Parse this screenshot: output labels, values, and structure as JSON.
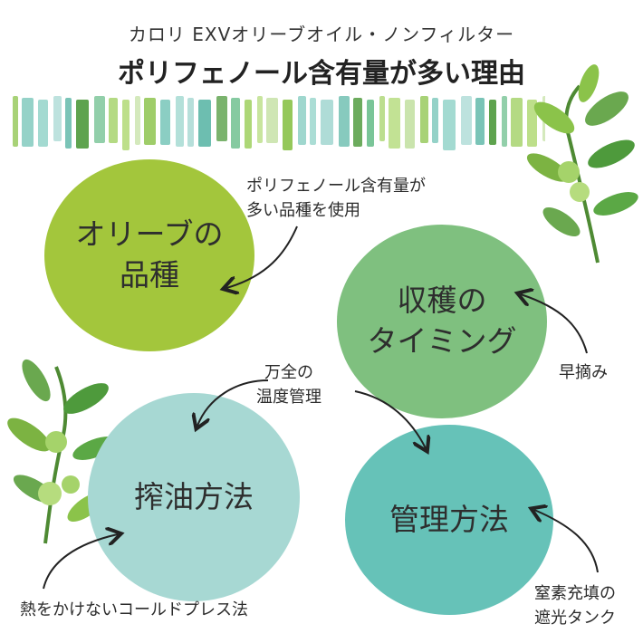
{
  "header": {
    "subtitle": "カロリ EXVオリーブオイル・ノンフィルター",
    "title": "ポリフェノール含有量が多い理由"
  },
  "circles": {
    "c1": "オリーブの\n品種",
    "c2": "収穫の\nタイミング",
    "c3": "搾油方法",
    "c4": "管理方法"
  },
  "notes": {
    "n1": "ポリフェノール含有量が\n多い品種を使用",
    "n2": "早摘み",
    "n3": "万全の\n温度管理",
    "n4": "熱をかけないコールドプレス法",
    "n5": "窒素充填の\n遮光タンク"
  },
  "colors": {
    "circle1": "#a3c63c",
    "circle2": "#7fc07f",
    "circle3": "#a7d8d3",
    "circle4": "#66c2b8",
    "leaf": "#4e9a3c"
  },
  "decor": {
    "stripe": "watercolor-stripe-band",
    "branch_top_right": "olive-branch-illustration",
    "branch_bottom_left": "olive-branch-illustration"
  }
}
